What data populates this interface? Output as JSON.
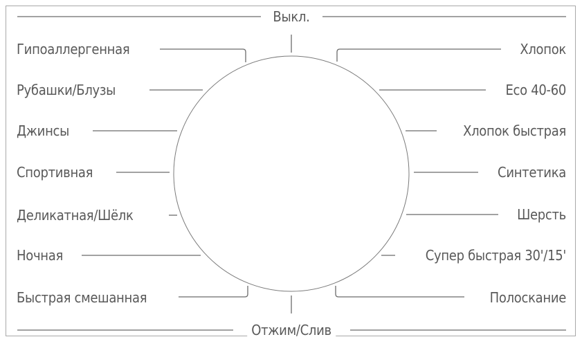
{
  "diagram": {
    "title": "Program selector dial",
    "top_label": "Выкл.",
    "bottom_label": "Отжим/Слив",
    "left_programs": [
      "Гипоаллергенная",
      "Рубашки/Блузы",
      "Джинсы",
      "Спортивная",
      "Деликатная/Шёлк",
      "Ночная",
      "Быстрая смешанная"
    ],
    "right_programs": [
      "Хлопок",
      "Eco 40-60",
      "Хлопок быстрая",
      "Синтетика",
      "Шерсть",
      "Супер быстрая 30'/15'",
      "Полоскание"
    ],
    "colors": {
      "line": "#6b6b6b",
      "text": "#595959",
      "border": "#a8a8a8"
    }
  }
}
